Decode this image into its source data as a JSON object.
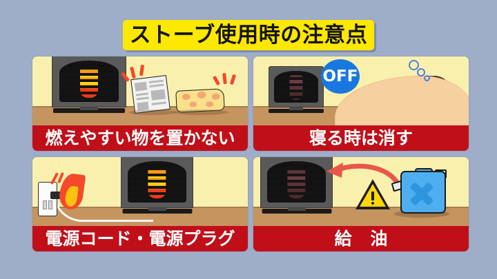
{
  "header": {
    "title": "ストーブ使用時の注意点"
  },
  "colors": {
    "background": "#9eadc8",
    "title_banner": "#ffe800",
    "title_text": "#141414",
    "panel_wall": "#faf0ae",
    "panel_floor": "#c6955f",
    "caption_bar": "#c10f19",
    "caption_text": "#ffffff",
    "flame_orange": "#f4492b",
    "flame_yellow": "#ffc20e",
    "bubble_blue": "#1878e0",
    "can_blue": "#4eaef0",
    "warning_yellow": "#ffd60a",
    "stove_body": "#5a5a5a",
    "heat_element": "#ffd31a"
  },
  "panels": [
    {
      "id": "panel-flammables",
      "caption": "燃えやすい物を置かない",
      "scene_items": [
        "stove-on",
        "newspaper",
        "cushion",
        "spark-marks"
      ]
    },
    {
      "id": "panel-sleep",
      "caption": "寝る時は消す",
      "bubble_label": "OFF",
      "scene_items": [
        "stove-off",
        "off-speech-bubble",
        "sleeping-person",
        "futon",
        "zzz-bubbles"
      ]
    },
    {
      "id": "panel-cord",
      "caption": "電源コード・電源プラグ",
      "scene_items": [
        "outlet",
        "plug",
        "flame",
        "spark-bolts",
        "power-cord",
        "stove-on"
      ]
    },
    {
      "id": "panel-refuel",
      "caption": "給 油",
      "scene_items": [
        "stove-off",
        "warning-triangle",
        "jerry-can",
        "curved-arrow"
      ]
    }
  ]
}
